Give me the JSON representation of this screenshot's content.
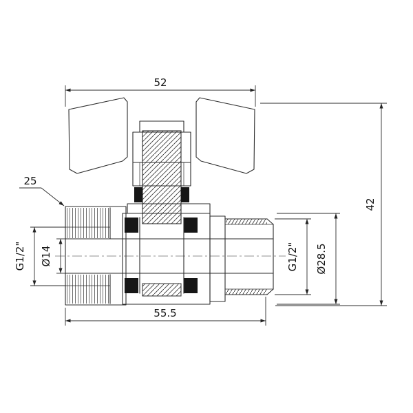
{
  "drawing": {
    "name": "ball-valve-cross-section",
    "dims": {
      "top_width": "52",
      "overall_height": "42",
      "body_callout": "25",
      "body_length": "55.5",
      "left_thread": "G1/2\"",
      "left_bore_diameter": "Ø14",
      "right_thread": "G1/2\"",
      "outer_diameter": "Ø28.5"
    }
  }
}
